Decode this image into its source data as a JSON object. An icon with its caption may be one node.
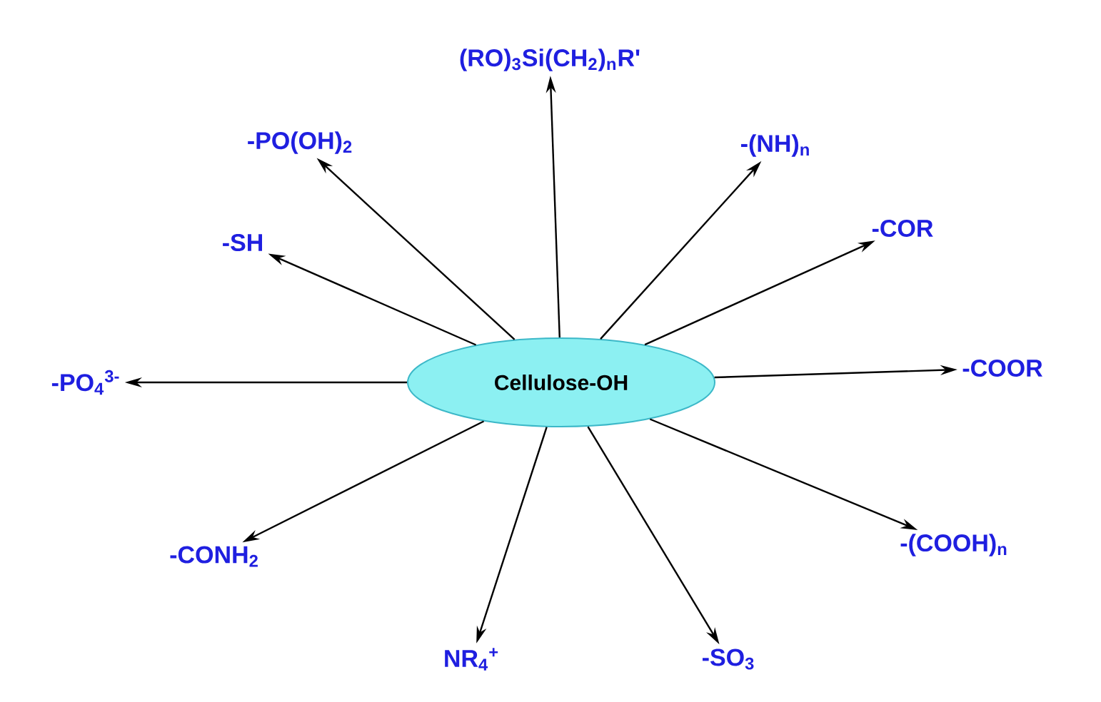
{
  "diagram": {
    "nodes": [
      {
        "text": [
          "Cellulose-OH"
        ]
      },
      {
        "text": [
          "(RO)$_{3}$Si(CH$_{2}$)$_{n}$R'"
        ]
      },
      {
        "text": [
          "-(NH)$_{n}$"
        ]
      },
      {
        "text": [
          "-COR"
        ]
      },
      {
        "text": [
          "-COOR"
        ]
      },
      {
        "text": [
          "-(COOH)$_{n}$"
        ]
      },
      {
        "text": [
          "-SO$_{3}$"
        ]
      },
      {
        "text": [
          "NR$_{4}$$^{+}$"
        ]
      },
      {
        "text": [
          "-CONH$_{2}$"
        ]
      },
      {
        "text": [
          "-PO$_{4}$$^{3-}$"
        ]
      },
      {
        "text": [
          "-SH"
        ]
      },
      {
        "text": [
          "-PO(OH)$_{2}$"
        ]
      }
    ],
    "edges": [
      {
        "from": 0,
        "to": 1,
        "arrow": "to"
      },
      {
        "from": 0,
        "to": 2,
        "arrow": "to"
      },
      {
        "from": 0,
        "to": 3,
        "arrow": "to"
      },
      {
        "from": 0,
        "to": 4,
        "arrow": "to"
      },
      {
        "from": 0,
        "to": 5,
        "arrow": "to"
      },
      {
        "from": 0,
        "to": 6,
        "arrow": "to"
      },
      {
        "from": 0,
        "to": 7,
        "arrow": "to"
      },
      {
        "from": 0,
        "to": 8,
        "arrow": "to"
      },
      {
        "from": 0,
        "to": 9,
        "arrow": "to"
      },
      {
        "from": 0,
        "to": 10,
        "arrow": "to"
      },
      {
        "from": 0,
        "to": 11,
        "arrow": "to"
      }
    ]
  }
}
